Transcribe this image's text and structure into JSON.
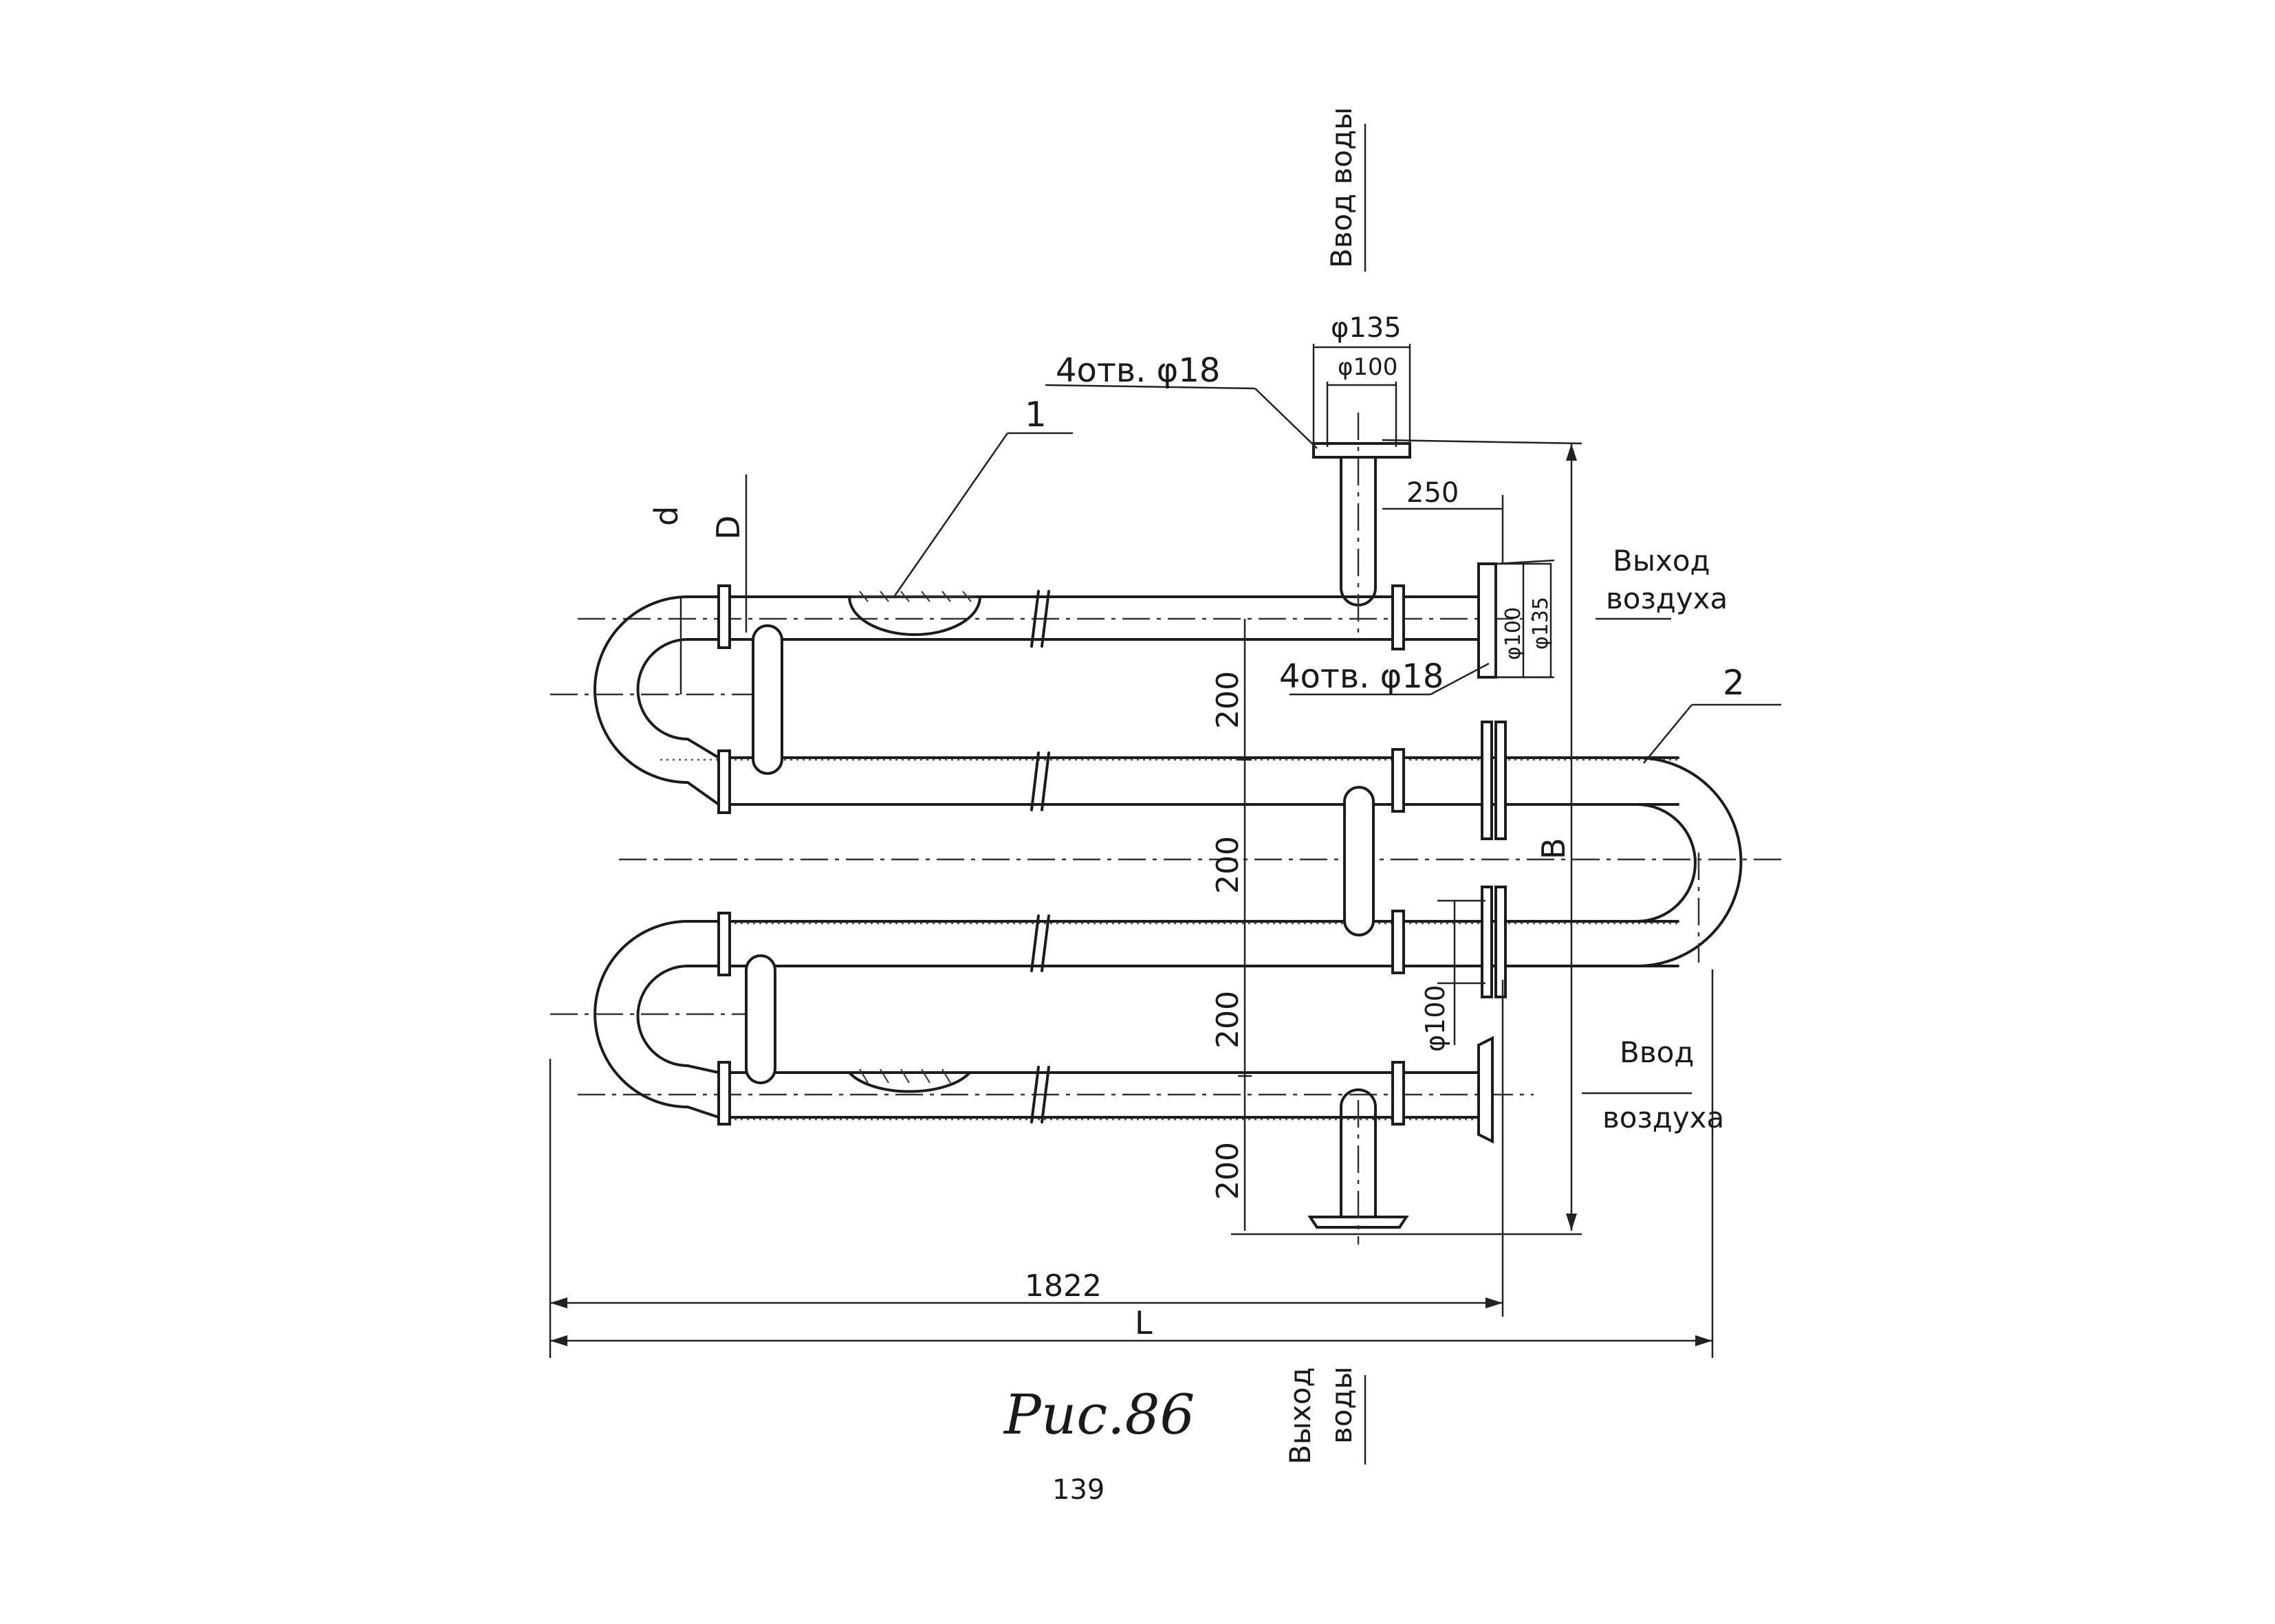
{
  "drawing": {
    "labels": {
      "water_in": "Ввод воды",
      "water_out_1": "Выход",
      "water_out_2": "воды",
      "air_out_1": "Выход",
      "air_out_2": "воздуха",
      "air_in_1": "Ввод",
      "air_in_2": "воздуха",
      "holes_top": "4отв. φ18",
      "holes_right": "4отв. φ18",
      "part_1": "1",
      "part_2": "2",
      "caption": "Рис.86",
      "page_number": "139"
    },
    "dimensions": {
      "d135_top": "φ135",
      "d100_top": "φ100",
      "d100_side": "φ100",
      "d135_side": "φ135",
      "d100_lower": "φ100",
      "len_250": "250",
      "step_1": "200",
      "step_2": "200",
      "step_3": "200",
      "step_4": "200",
      "len_1822": "1822",
      "len_L": "L",
      "size_B": "B",
      "size_d": "d",
      "size_D": "D"
    }
  }
}
